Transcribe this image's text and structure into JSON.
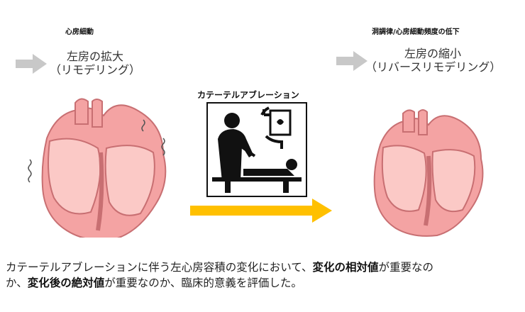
{
  "left": {
    "title": "心房細動",
    "subtitle_line1": "左房の拡大",
    "subtitle_line2": "（リモデリング）"
  },
  "right": {
    "title": "洞調律/心房細動頻度の低下",
    "subtitle_line1": "左房の縮小",
    "subtitle_line2": "（リバースリモデリング）"
  },
  "procedure": {
    "title": "カテーテルアブレーション"
  },
  "caption": {
    "seg1": "カテーテルアブレーションに伴う左心房容積の変化において、",
    "seg2": "変化の相対値",
    "seg3": "が重要なの",
    "seg4": "か、",
    "seg5": "変化後の絶対値",
    "seg6": "が重要なのか、臨床的意義を評価した。"
  },
  "colors": {
    "heart_fill": "#f4a3a3",
    "heart_dark": "#e58a8c",
    "heart_light": "#fbc9c6",
    "arrow_gray": "#c8c8c8",
    "arrow_yellow": "#ffc000"
  }
}
